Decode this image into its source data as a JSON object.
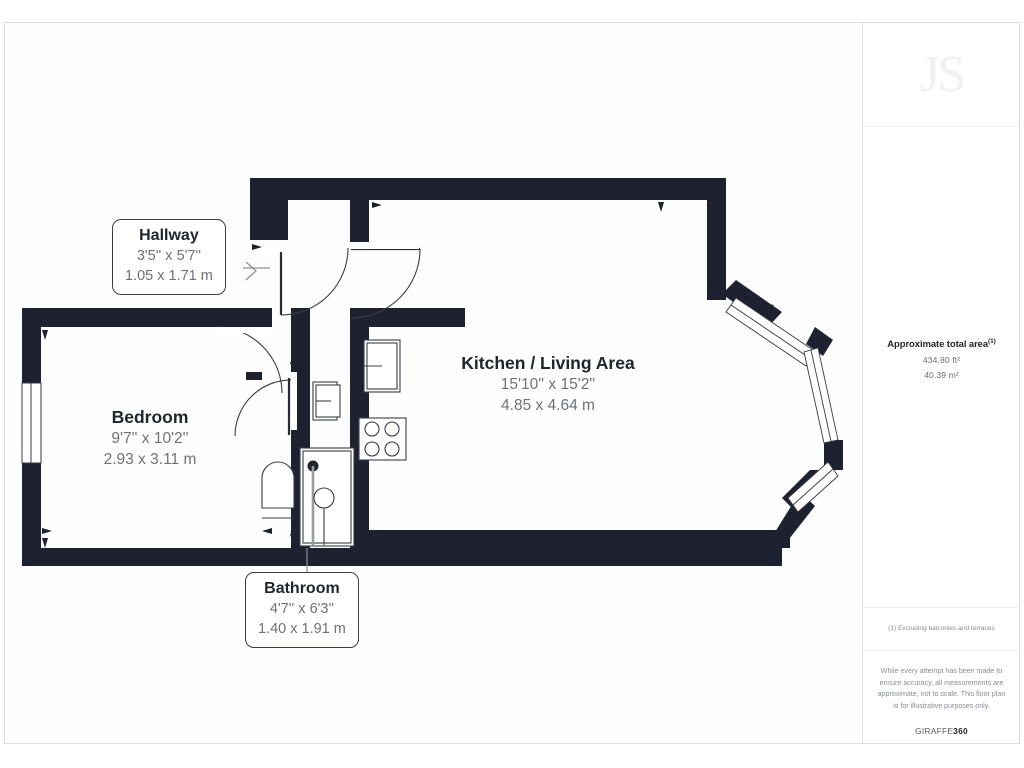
{
  "document": {
    "type": "floor-plan",
    "background": "#ffffff"
  },
  "info_panel": {
    "logo": "JS",
    "logo_icon": "js-monogram-logo",
    "area": {
      "title": "Approximate total area",
      "footnote_marker": "(1)",
      "imperial": "434.80 ft²",
      "metric": "40.39 m²"
    },
    "footnote": "(1) Excluding balconies and terraces",
    "disclaimer": "While every attempt has been made to ensure accuracy, all measurements are approximate, not to scale. This floor plan is for illustrative purposes only.",
    "brand_prefix": "GIRAFFE",
    "brand_suffix": "360"
  },
  "plan": {
    "wall_color": "#1e2130",
    "window_color": "#ffffff",
    "fixture_stroke": "#3a3c46",
    "rooms": [
      {
        "id": "hallway",
        "name": "Hallway",
        "dim_imperial": "3'5'' x 5'7''",
        "dim_metric": "1.05 x 1.71 m",
        "label_style": "callout"
      },
      {
        "id": "bedroom",
        "name": "Bedroom",
        "dim_imperial": "9'7'' x 10'2''",
        "dim_metric": "2.93 x 3.11 m",
        "label_style": "inline"
      },
      {
        "id": "kitchen-living",
        "name": "Kitchen / Living Area",
        "dim_imperial": "15'10'' x 15'2''",
        "dim_metric": "4.85 x 4.64 m",
        "label_style": "inline"
      },
      {
        "id": "bathroom",
        "name": "Bathroom",
        "dim_imperial": "4'7'' x 6'3''",
        "dim_metric": "1.40 x 1.91 m",
        "label_style": "callout"
      }
    ],
    "fixtures": [
      {
        "id": "kitchen-sink",
        "name": "sink"
      },
      {
        "id": "kitchen-hob",
        "name": "hob-four-burner"
      },
      {
        "id": "bathroom-bathtub",
        "name": "bathtub"
      },
      {
        "id": "bathroom-toilet",
        "name": "toilet"
      },
      {
        "id": "bathroom-basin",
        "name": "wash-basin"
      }
    ],
    "openings": [
      {
        "id": "entrance-door",
        "name": "entrance-door"
      },
      {
        "id": "bedroom-door",
        "name": "bedroom-door"
      },
      {
        "id": "bathroom-door",
        "name": "bathroom-door"
      },
      {
        "id": "kitchen-door",
        "name": "kitchen-door"
      },
      {
        "id": "bedroom-window",
        "name": "bedroom-window"
      },
      {
        "id": "bay-window-1",
        "name": "bay-window-upper"
      },
      {
        "id": "bay-window-2",
        "name": "bay-window-middle"
      },
      {
        "id": "bay-window-3",
        "name": "bay-window-lower"
      }
    ]
  }
}
